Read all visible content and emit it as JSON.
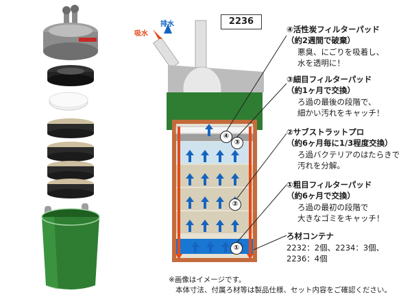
{
  "model_label": "2236",
  "flow": {
    "intake": "吸水",
    "outlet": "排水"
  },
  "markers": [
    "①",
    "②",
    "③",
    "④"
  ],
  "callouts": [
    {
      "title": "④活性炭フィルターパッド",
      "sub": "（約2週間で破棄）",
      "desc": [
        "悪臭、にごりを吸着し、",
        "水を透明に！"
      ]
    },
    {
      "title": "③細目フィルターパッド",
      "sub": "（約1ヶ月で交換）",
      "desc": [
        "ろ過の最後の段階で、",
        "細かい汚れをキャッチ！"
      ]
    },
    {
      "title": "②サブストラットプロ",
      "sub": "（約6ヶ月毎に1/3程度交換）",
      "desc": [
        "ろ過バクテリアのはたらきで",
        "汚れを分解。"
      ]
    },
    {
      "title": "①粗目フィルターパッド",
      "sub": "（約6ヶ月で交換）",
      "desc": [
        "ろ過の最初の段階で",
        "大きなゴミをキャッチ！"
      ]
    },
    {
      "title": "ろ材コンテナ",
      "sub": "",
      "desc": [
        "2232：2個、2234：3個、",
        "2236：4個"
      ]
    }
  ],
  "footnote": [
    "※画像はイメージです。",
    "本体寸法、付属ろ材等は製品仕様、セット内容をご確認ください。"
  ],
  "colors": {
    "canister_green": "#2e7d32",
    "flow_up": "#1565c0",
    "flow_down": "#e64a19",
    "filter_blue": "#1976d2",
    "media_beige": "#d8cfb8"
  }
}
